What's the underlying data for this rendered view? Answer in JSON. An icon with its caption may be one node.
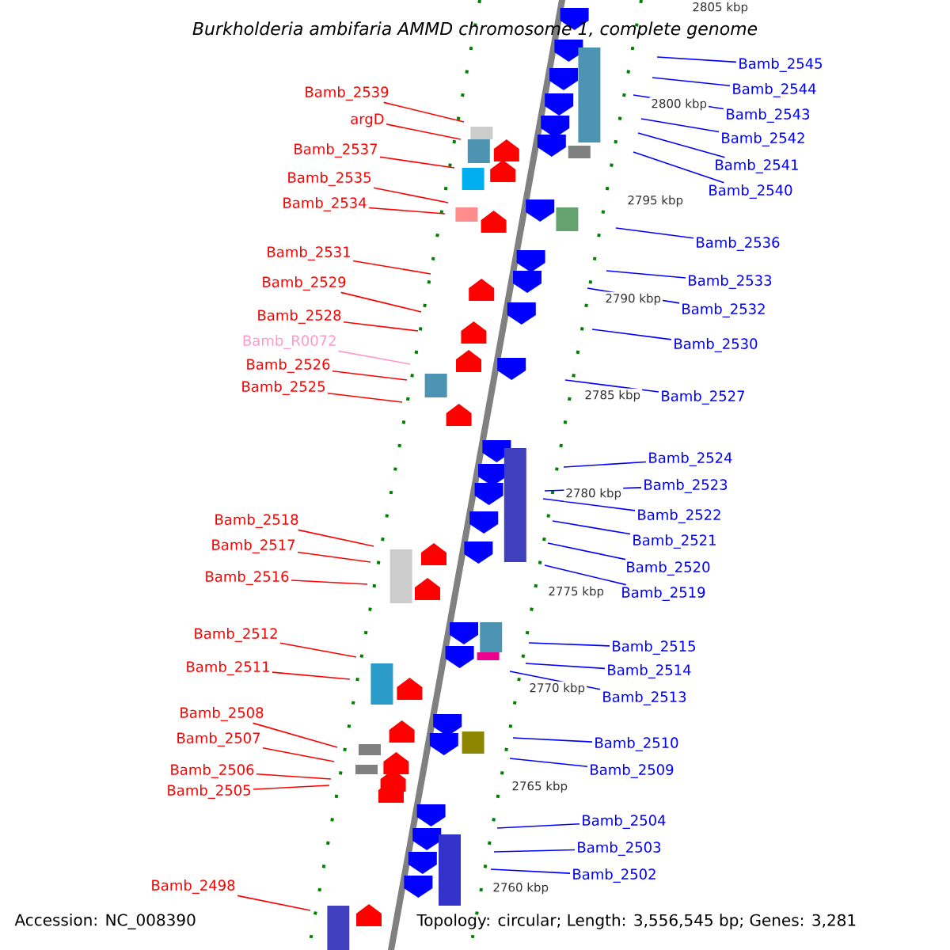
{
  "diagram": {
    "title": "Burkholderia ambifaria AMMD chromosome 1, complete genome",
    "nodes": [
      {
        "text": [
          "Bamb_2539"
        ]
      },
      {
        "text": [
          "argD"
        ]
      },
      {
        "text": [
          "Bamb_2537"
        ]
      },
      {
        "text": [
          "Bamb_2535"
        ]
      },
      {
        "text": [
          "Bamb_2534"
        ]
      },
      {
        "text": [
          "Bamb_2531"
        ]
      },
      {
        "text": [
          "Bamb_2529"
        ]
      },
      {
        "text": [
          "Bamb_2528"
        ]
      },
      {
        "text": [
          "Bamb_R0072"
        ]
      },
      {
        "text": [
          "Bamb_2526"
        ]
      },
      {
        "text": [
          "Bamb_2525"
        ]
      },
      {
        "text": [
          "Bamb_2518"
        ]
      },
      {
        "text": [
          "Bamb_2517"
        ]
      },
      {
        "text": [
          "Bamb_2516"
        ]
      },
      {
        "text": [
          "Bamb_2512"
        ]
      },
      {
        "text": [
          "Bamb_2511"
        ]
      },
      {
        "text": [
          "Bamb_2508"
        ]
      },
      {
        "text": [
          "Bamb_2507"
        ]
      },
      {
        "text": [
          "Bamb_2506"
        ]
      },
      {
        "text": [
          "Bamb_2505"
        ]
      },
      {
        "text": [
          "Bamb_2498"
        ]
      },
      {
        "text": [
          "Bamb_2545"
        ]
      },
      {
        "text": [
          "Bamb_2544"
        ]
      },
      {
        "text": [
          "Bamb_2543"
        ]
      },
      {
        "text": [
          "Bamb_2542"
        ]
      },
      {
        "text": [
          "Bamb_2541"
        ]
      },
      {
        "text": [
          "Bamb_2540"
        ]
      },
      {
        "text": [
          "Bamb_2536"
        ]
      },
      {
        "text": [
          "Bamb_2533"
        ]
      },
      {
        "text": [
          "Bamb_2532"
        ]
      },
      {
        "text": [
          "Bamb_2530"
        ]
      },
      {
        "text": [
          "Bamb_2527"
        ]
      },
      {
        "text": [
          "Bamb_2524"
        ]
      },
      {
        "text": [
          "Bamb_2523"
        ]
      },
      {
        "text": [
          "Bamb_2522"
        ]
      },
      {
        "text": [
          "Bamb_2521"
        ]
      },
      {
        "text": [
          "Bamb_2520"
        ]
      },
      {
        "text": [
          "Bamb_2519"
        ]
      },
      {
        "text": [
          "Bamb_2515"
        ]
      },
      {
        "text": [
          "Bamb_2514"
        ]
      },
      {
        "text": [
          "Bamb_2513"
        ]
      },
      {
        "text": [
          "Bamb_2510"
        ]
      },
      {
        "text": [
          "Bamb_2509"
        ]
      },
      {
        "text": [
          "Bamb_2504"
        ]
      },
      {
        "text": [
          "Bamb_2503"
        ]
      },
      {
        "text": [
          "Bamb_2502"
        ]
      }
    ],
    "edges": [
      {
        "from": 0,
        "to": null,
        "arrow": "none",
        "color": "#ff0000"
      },
      {
        "from": 1,
        "to": null,
        "arrow": "none",
        "color": "#ff0000"
      },
      {
        "from": 2,
        "to": null,
        "arrow": "none",
        "color": "#ff0000"
      },
      {
        "from": 3,
        "to": null,
        "arrow": "none",
        "color": "#ff0000"
      },
      {
        "from": 4,
        "to": null,
        "arrow": "none",
        "color": "#ff0000"
      },
      {
        "from": 5,
        "to": null,
        "arrow": "none",
        "color": "#ff0000"
      },
      {
        "from": 6,
        "to": null,
        "arrow": "none",
        "color": "#ff0000"
      },
      {
        "from": 7,
        "to": null,
        "arrow": "none",
        "color": "#ff0000"
      },
      {
        "from": 8,
        "to": null,
        "arrow": "none",
        "color": "#ff99cc"
      },
      {
        "from": 9,
        "to": null,
        "arrow": "none",
        "color": "#ff0000"
      },
      {
        "from": 10,
        "to": null,
        "arrow": "none",
        "color": "#ff0000"
      },
      {
        "from": 11,
        "to": null,
        "arrow": "none",
        "color": "#ff0000"
      },
      {
        "from": 12,
        "to": null,
        "arrow": "none",
        "color": "#ff0000"
      },
      {
        "from": 13,
        "to": null,
        "arrow": "none",
        "color": "#ff0000"
      },
      {
        "from": 14,
        "to": null,
        "arrow": "none",
        "color": "#ff0000"
      },
      {
        "from": 15,
        "to": null,
        "arrow": "none",
        "color": "#ff0000"
      },
      {
        "from": 16,
        "to": null,
        "arrow": "none",
        "color": "#ff0000"
      },
      {
        "from": 17,
        "to": null,
        "arrow": "none",
        "color": "#ff0000"
      },
      {
        "from": 18,
        "to": null,
        "arrow": "none",
        "color": "#ff0000"
      },
      {
        "from": 19,
        "to": null,
        "arrow": "none",
        "color": "#ff0000"
      },
      {
        "from": 20,
        "to": null,
        "arrow": "none",
        "color": "#ff0000"
      },
      {
        "from": 21,
        "to": null,
        "arrow": "none"
      },
      {
        "from": 22,
        "to": null,
        "arrow": "none"
      },
      {
        "from": 23,
        "to": null,
        "arrow": "none"
      },
      {
        "from": 24,
        "to": null,
        "arrow": "none"
      },
      {
        "from": 25,
        "to": null,
        "arrow": "none"
      },
      {
        "from": 26,
        "to": null,
        "arrow": "none"
      },
      {
        "from": 27,
        "to": null,
        "arrow": "none"
      },
      {
        "from": 28,
        "to": null,
        "arrow": "none"
      },
      {
        "from": 29,
        "to": null,
        "arrow": "none"
      },
      {
        "from": 30,
        "to": null,
        "arrow": "none"
      },
      {
        "from": 31,
        "to": null,
        "arrow": "none"
      },
      {
        "from": 32,
        "to": null,
        "arrow": "none"
      },
      {
        "from": 33,
        "to": null,
        "arrow": "none"
      },
      {
        "from": 34,
        "to": null,
        "arrow": "none"
      },
      {
        "from": 35,
        "to": null,
        "arrow": "none"
      },
      {
        "from": 36,
        "to": null,
        "arrow": "none"
      },
      {
        "from": 37,
        "to": null,
        "arrow": "none"
      },
      {
        "from": 38,
        "to": null,
        "arrow": "none"
      },
      {
        "from": 39,
        "to": null,
        "arrow": "none"
      },
      {
        "from": 40,
        "to": null,
        "arrow": "none"
      },
      {
        "from": 41,
        "to": null,
        "arrow": "none"
      },
      {
        "from": 42,
        "to": null,
        "arrow": "none"
      },
      {
        "from": 43,
        "to": null,
        "arrow": "none"
      },
      {
        "from": 44,
        "to": null,
        "arrow": "none"
      },
      {
        "from": 45,
        "to": null,
        "arrow": "none"
      }
    ],
    "labels": [
      "2805 kbp",
      "2800 kbp",
      "2795 kbp",
      "2790 kbp",
      "2785 kbp",
      "2780 kbp",
      "2775 kbp",
      "2770 kbp",
      "2765 kbp",
      "2760 kbp",
      "Accession: NC_008390",
      "Topology: circular; Length: 3,556,545 bp; Genes: 3,281"
    ]
  }
}
